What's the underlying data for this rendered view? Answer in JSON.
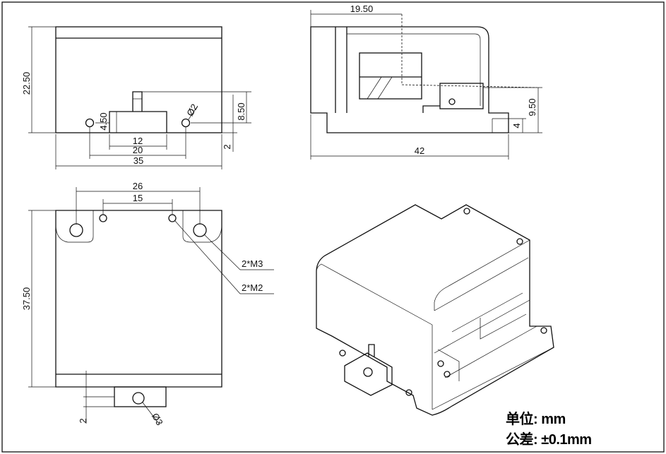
{
  "front_view": {
    "dim_height": "22.50",
    "dim_hole_height": "4.50",
    "dim_tab_height": "8.50",
    "dim_hole_dia": "Ø2",
    "dim_gap": "2",
    "dim_slot": "12",
    "dim_holes": "20",
    "dim_width": "35"
  },
  "side_view": {
    "dim_depth": "19.50",
    "dim_tab_h": "9.50",
    "dim_flange_h": "4",
    "dim_length": "42"
  },
  "top_view": {
    "dim_m3_spacing": "26",
    "dim_m2_spacing": "15",
    "callout_m3": "2*M3",
    "callout_m2": "2*M2",
    "dim_length": "37.50",
    "dim_gap": "2",
    "dim_hole_dia": "Ø3"
  },
  "notes": {
    "unit": "单位: mm",
    "tolerance": "公差: ±0.1mm"
  }
}
